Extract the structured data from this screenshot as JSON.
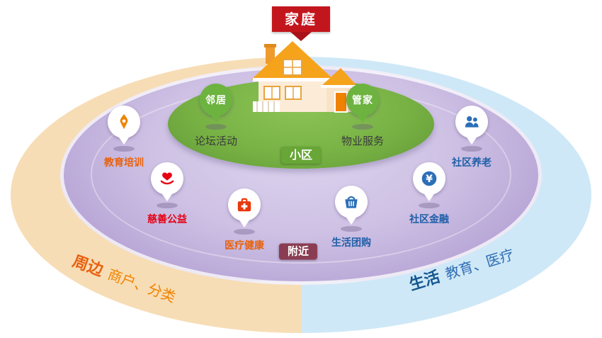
{
  "ribbon": {
    "label": "家庭"
  },
  "inner": {
    "community_label": "小区",
    "pins": [
      {
        "label": "邻居",
        "sub": "论坛活动",
        "icon": "none"
      },
      {
        "label": "管家",
        "sub": "物业服务",
        "icon": "none"
      }
    ]
  },
  "nearby_label": "附近",
  "services": [
    {
      "label": "教育培训",
      "icon": "pen-icon",
      "color": "#e8620c"
    },
    {
      "label": "慈善公益",
      "icon": "heart-hands-icon",
      "color": "#e60012"
    },
    {
      "label": "医疗健康",
      "icon": "medkit-icon",
      "color": "#e8620c"
    },
    {
      "label": "生活团购",
      "icon": "basket-icon",
      "color": "#1f5fa8"
    },
    {
      "label": "社区金融",
      "icon": "yen-coin-icon",
      "color": "#1f5fa8"
    },
    {
      "label": "社区养老",
      "icon": "people-icon",
      "color": "#1f5fa8"
    }
  ],
  "outer_ring": {
    "left": {
      "bold": "周边",
      "text": "商户、分类"
    },
    "right": {
      "bold": "生活",
      "text": "教育、医疗"
    }
  },
  "colors": {
    "ribbon_red": "#c3161c",
    "inner_green": "#76b043",
    "middle_purple": "#c3b3dc",
    "outer_cream": "#f7ddb5",
    "outer_blue": "#cfe8f7",
    "pin_green": "#6db33f",
    "nearby_bg": "#8a3d52",
    "orange_text": "#e8620c",
    "red_text": "#e60012",
    "blue_text": "#1f5fa8"
  }
}
